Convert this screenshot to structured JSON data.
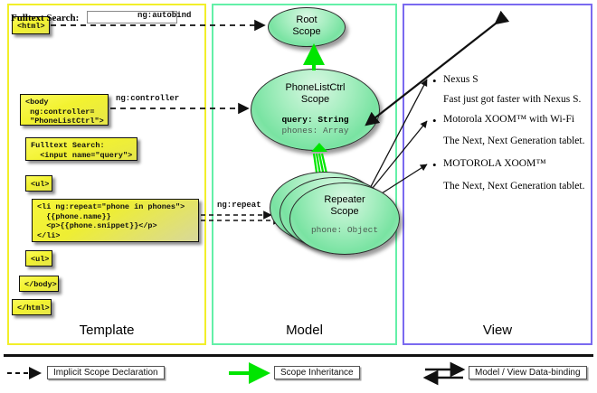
{
  "panels": {
    "template": {
      "title": "Template"
    },
    "model": {
      "title": "Model"
    },
    "view": {
      "title": "View"
    }
  },
  "template_boxes": [
    {
      "name": "html-open-box",
      "text": "<html>"
    },
    {
      "name": "body-open-box",
      "text": "<body\n ng:controller=\n \"PhoneListCtrl\">"
    },
    {
      "name": "fulltext-search-box",
      "text": "Fulltext Search:\n  <input name=\"query\">"
    },
    {
      "name": "ul-open-box",
      "text": "<ul>"
    },
    {
      "name": "li-repeat-box",
      "text": "<li ng:repeat=\"phone in phones\">\n  {{phone.name}}\n  <p>{{phone.snippet}}</p>\n</li>"
    },
    {
      "name": "ul-close-box",
      "text": "<ul>"
    },
    {
      "name": "body-close-box",
      "text": "</body>"
    },
    {
      "name": "html-close-box",
      "text": "</html>"
    }
  ],
  "connectors": [
    {
      "name": "ng-autobind-label",
      "text": "ng:autobind"
    },
    {
      "name": "ng-controller-label",
      "text": "ng:controller"
    },
    {
      "name": "ng-repeat-label",
      "text": "ng:repeat"
    }
  ],
  "scopes": [
    {
      "name": "root-scope",
      "title_line1": "Root",
      "title_line2": "Scope",
      "props": []
    },
    {
      "name": "phonelistctrl-scope",
      "title_line1": "PhoneListCtrl",
      "title_line2": "Scope",
      "props": [
        {
          "text": "query: String",
          "emphasis": "bold"
        },
        {
          "text": "phones: Array",
          "emphasis": "normal"
        }
      ]
    },
    {
      "name": "repeater-scope",
      "title_line1": "Repeater",
      "title_line2": "Scope",
      "props": [
        {
          "text": "phone: Object",
          "emphasis": "normal"
        }
      ]
    }
  ],
  "view": {
    "search_label": "Fulltext Search:",
    "search_value": "",
    "search_placeholder": "",
    "items": [
      {
        "name": "Nexus S",
        "snippet": "Fast just got faster with Nexus S."
      },
      {
        "name": "Motorola XOOM™  with Wi-Fi",
        "snippet": "The Next, Next Generation tablet."
      },
      {
        "name": "MOTOROLA XOOM™",
        "snippet": "The Next, Next Generation tablet."
      }
    ]
  },
  "legend": [
    {
      "name": "legend-implicit-scope-declaration",
      "label": "Implicit Scope Declaration",
      "arrow": "dashed-black"
    },
    {
      "name": "legend-scope-inheritance",
      "label": "Scope Inheritance",
      "arrow": "solid-green"
    },
    {
      "name": "legend-model-view-data-binding",
      "label": "Model / View Data-binding",
      "arrow": "double-black"
    }
  ],
  "colors": {
    "template_border": "#f2ef2a",
    "model_border": "#63f0a8",
    "view_border": "#7a6af0",
    "code_box": "#f2f230",
    "scope_fill": "#79e3a2",
    "inheritance_arrow": "#00e500",
    "line": "#111111"
  }
}
